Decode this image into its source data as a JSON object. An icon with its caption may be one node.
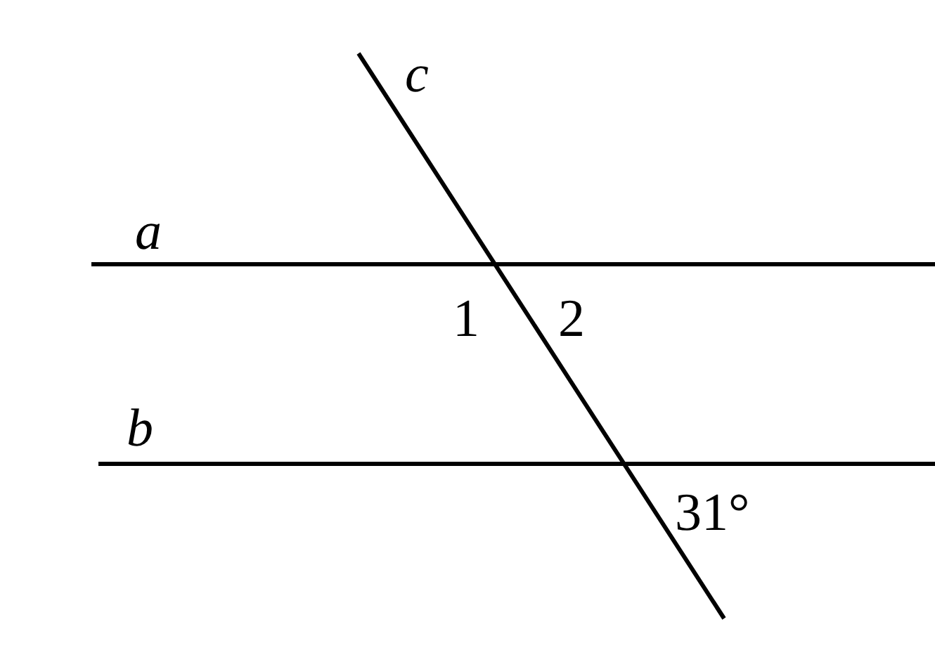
{
  "diagram": {
    "labels": [
      "c",
      "a",
      "1",
      "2",
      "b",
      "31°"
    ]
  }
}
